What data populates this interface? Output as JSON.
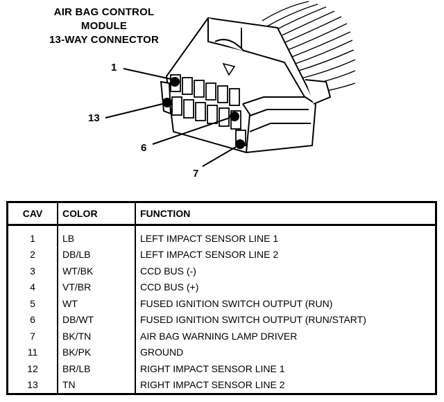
{
  "title": {
    "line1": "AIR BAG CONTROL",
    "line2": "MODULE",
    "line3": "13-WAY CONNECTOR"
  },
  "callouts": [
    "1",
    "13",
    "6",
    "7"
  ],
  "table": {
    "headers": [
      "CAV",
      "COLOR",
      "FUNCTION"
    ],
    "rows": [
      {
        "cav": "1",
        "color": "LB",
        "function": "LEFT IMPACT SENSOR LINE 1"
      },
      {
        "cav": "2",
        "color": "DB/LB",
        "function": "LEFT IMPACT SENSOR LINE 2"
      },
      {
        "cav": "3",
        "color": "WT/BK",
        "function": "CCD BUS (-)"
      },
      {
        "cav": "4",
        "color": "VT/BR",
        "function": "CCD BUS (+)"
      },
      {
        "cav": "5",
        "color": "WT",
        "function": "FUSED IGNITION SWITCH OUTPUT (RUN)"
      },
      {
        "cav": "6",
        "color": "DB/WT",
        "function": "FUSED IGNITION SWITCH OUTPUT (RUN/START)"
      },
      {
        "cav": "7",
        "color": "BK/TN",
        "function": "AIR BAG WARNING LAMP DRIVER"
      },
      {
        "cav": "11",
        "color": "BK/PK",
        "function": "GROUND"
      },
      {
        "cav": "12",
        "color": "BR/LB",
        "function": "RIGHT IMPACT SENSOR LINE 1"
      },
      {
        "cav": "13",
        "color": "TN",
        "function": "RIGHT IMPACT SENSOR LINE 2"
      }
    ]
  }
}
